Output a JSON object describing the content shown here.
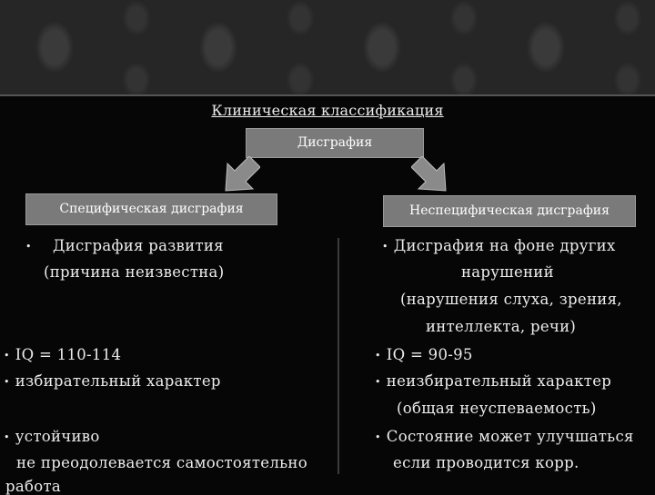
{
  "title": "Клиническая классификация",
  "root_box": "Дисграфия",
  "left_box": "Специфическая дисграфия",
  "right_box": "Неспецифическая дисграфия",
  "bullet_char": "•",
  "left": {
    "item1_line1": "Дисграфия развития",
    "item1_line2": "(причина неизвестна)",
    "iq": "IQ = 110-114",
    "char": "избирательный характер",
    "stable": "устойчиво",
    "stable_line2": "не преодолевается самостоятельно",
    "stable_line3": "работа"
  },
  "right": {
    "item1_line1": "Дисграфия на фоне других",
    "item1_line2": "нарушений",
    "item1_line3": "(нарушения слуха, зрения,",
    "item1_line4": "интеллекта, речи)",
    "iq": "IQ = 90-95",
    "char": "неизбирательный характер",
    "char_line2": "(общая неуспеваемость)",
    "state": "Состояние может улучшаться",
    "state_line2": "если проводится корр."
  },
  "colors": {
    "background": "#060606",
    "banner": "#262626",
    "box": "#7a7a7a",
    "arrow": "#8a8a8a",
    "text": "#ececec"
  }
}
